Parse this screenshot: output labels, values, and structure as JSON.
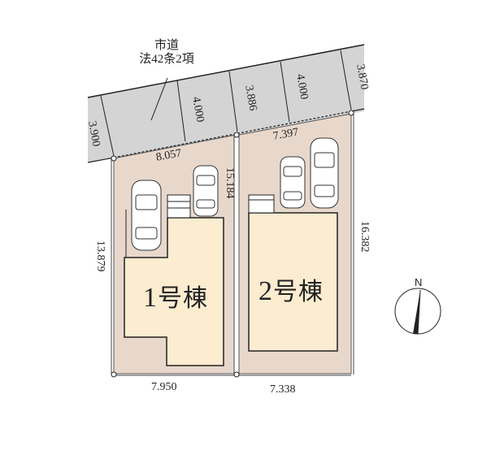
{
  "road": {
    "label_line1": "市道",
    "label_line2": "法42条2項",
    "widths": [
      "3.900",
      "4.000",
      "3.886",
      "4.000",
      "3.870"
    ],
    "fill": "#d4d4d4"
  },
  "lots": [
    {
      "id": "lot-1",
      "building_label_num": "1",
      "building_label_text": "号棟",
      "front_width": "8.057",
      "rear_width": "7.950",
      "side_depth": "13.879",
      "passage_depth": "15.184",
      "cars": 2
    },
    {
      "id": "lot-2",
      "building_label_num": "2",
      "building_label_text": "号棟",
      "front_width": "7.397",
      "rear_width": "7.338",
      "side_depth": "16.382",
      "cars": 2
    }
  ],
  "compass": {
    "label": "N"
  },
  "colors": {
    "lot_fill": "#e8d8cc",
    "building_fill": "#fcecd0",
    "road_fill": "#d4d4d4",
    "line": "#333333"
  }
}
